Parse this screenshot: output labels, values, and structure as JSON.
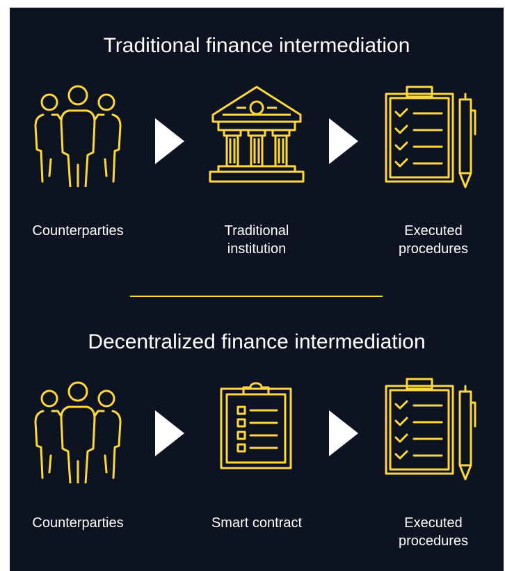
{
  "colors": {
    "background": "#0d1320",
    "accent": "#ffd83a",
    "arrow": "#ffffff",
    "text": "#ffffff"
  },
  "traditional": {
    "title": "Traditional finance intermediation",
    "steps": [
      {
        "label": "Counterparties",
        "icon": "people-group-icon"
      },
      {
        "label": "Traditional\ninstitution",
        "icon": "bank-building-icon"
      },
      {
        "label": "Executed\nprocedures",
        "icon": "checklist-clipboard-pen-icon"
      }
    ]
  },
  "decentralized": {
    "title": "Decentralized finance intermediation",
    "steps": [
      {
        "label": "Counterparties",
        "icon": "people-group-icon"
      },
      {
        "label": "Smart contract",
        "icon": "contract-clipboard-icon"
      },
      {
        "label": "Executed\nprocedures",
        "icon": "checklist-clipboard-pen-icon"
      }
    ]
  }
}
